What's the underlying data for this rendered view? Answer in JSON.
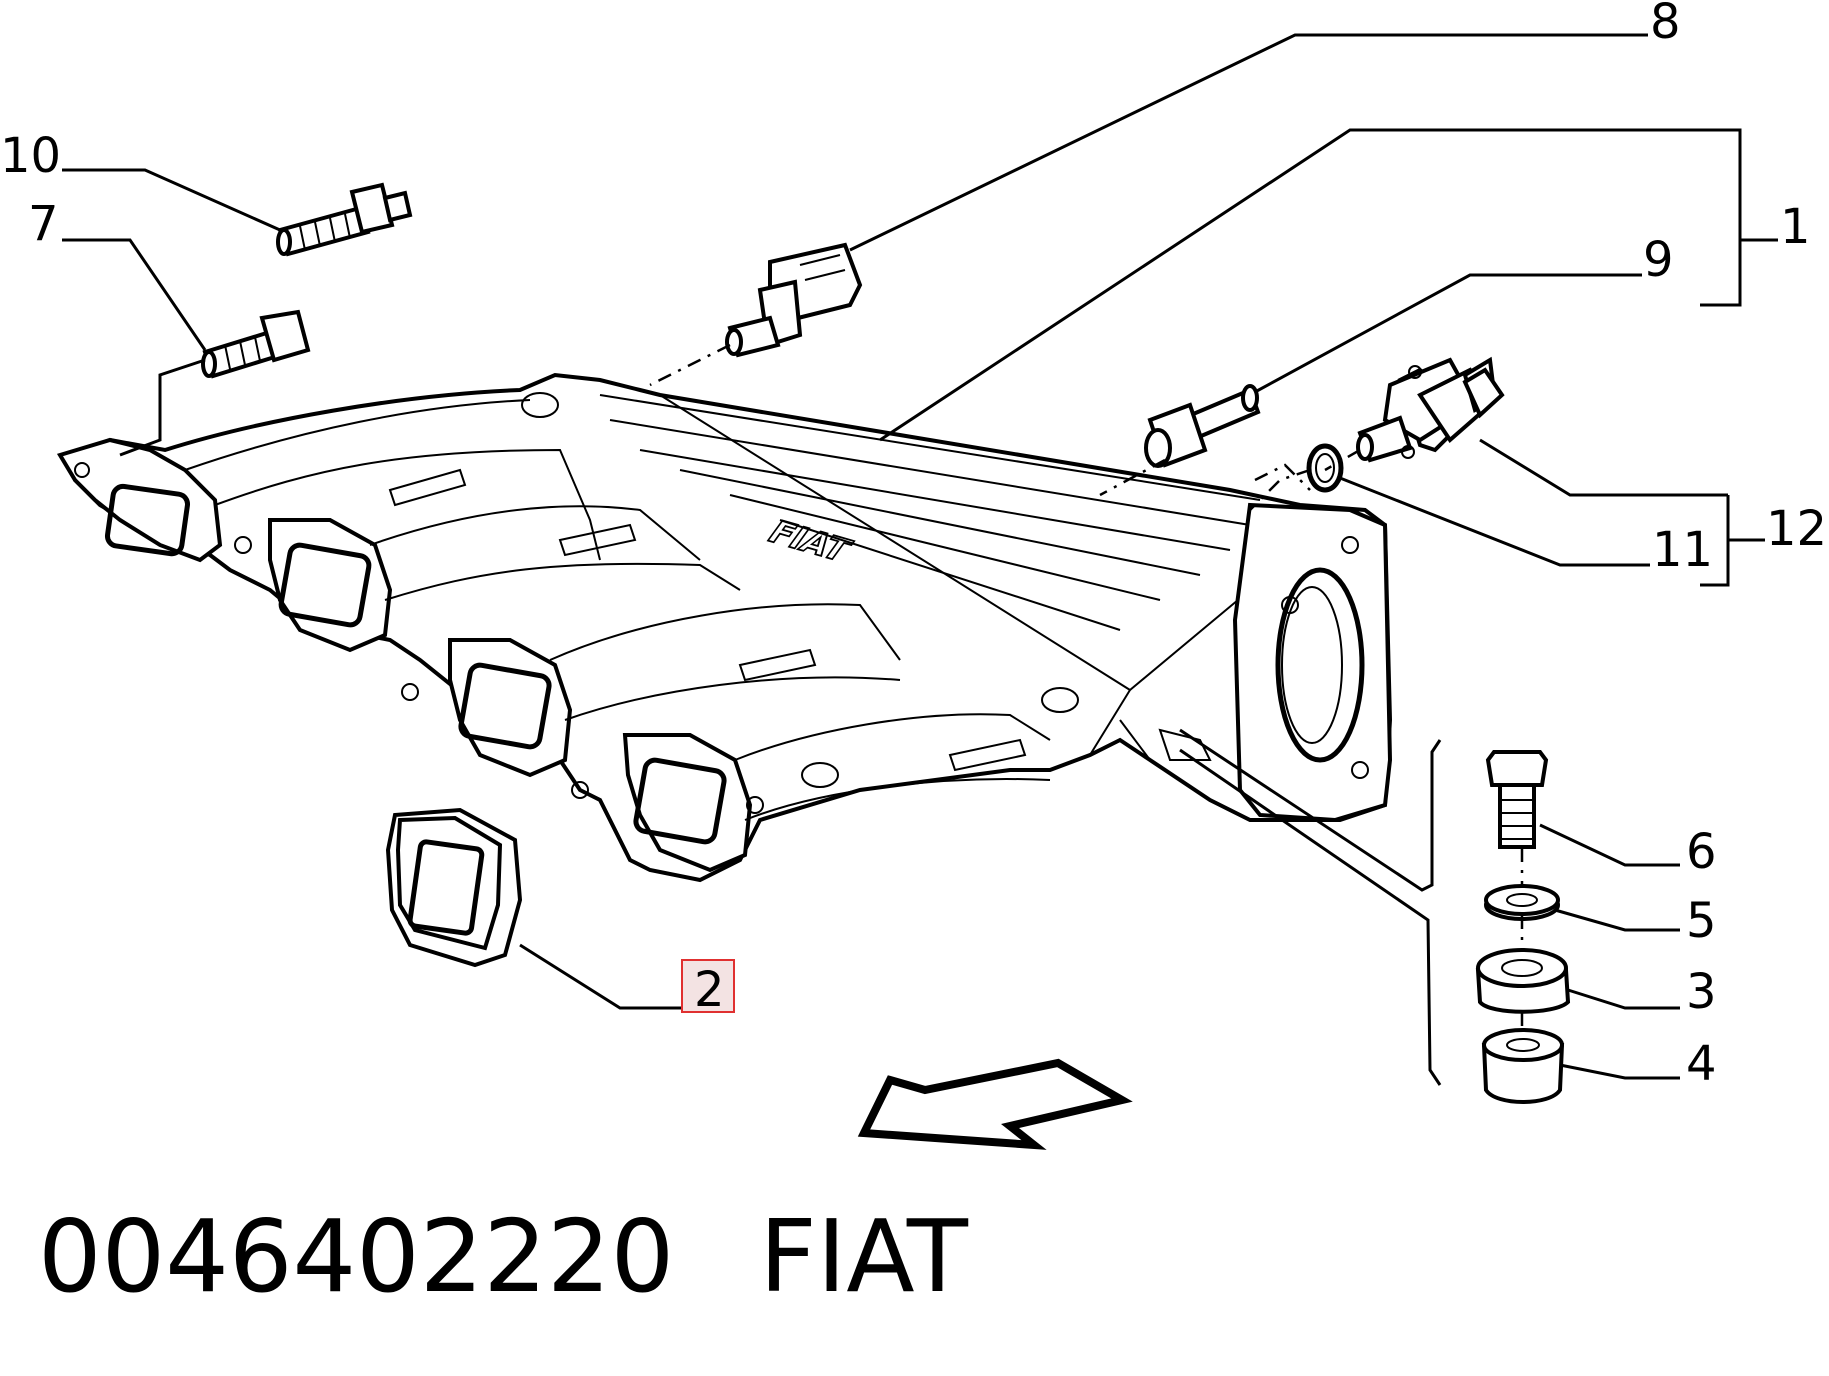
{
  "callouts": {
    "c1": "1",
    "c2": "2",
    "c3": "3",
    "c4": "4",
    "c5": "5",
    "c6": "6",
    "c7": "7",
    "c8": "8",
    "c9": "9",
    "c10": "10",
    "c11": "11",
    "c12": "12"
  },
  "manifold_logo": "FIAT",
  "highlighted_callout": "2",
  "highlight_color": "#e03030",
  "footer": {
    "part_number": "0046402220",
    "brand": "FIAT"
  }
}
